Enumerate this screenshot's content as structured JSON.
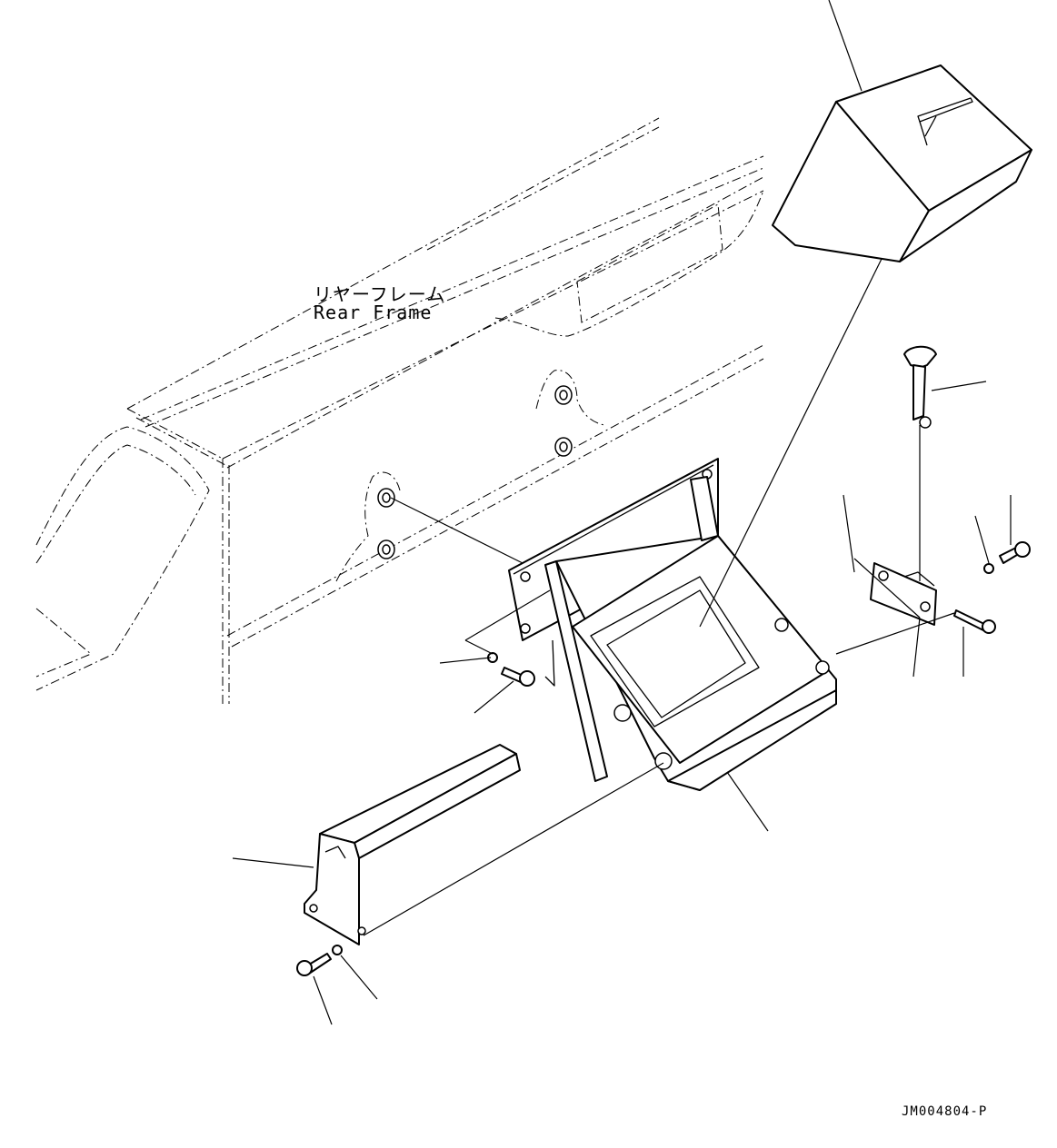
{
  "labels": {
    "rear_frame_jp": "リヤーフレーム",
    "rear_frame_en": "Rear Frame"
  },
  "drawing_code": "JM004804-P"
}
